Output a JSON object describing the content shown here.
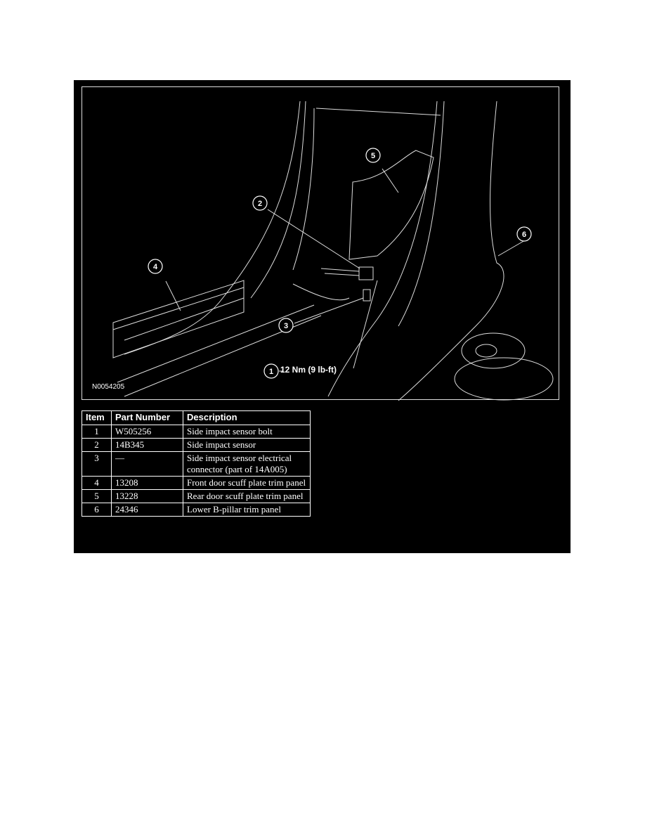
{
  "figure": {
    "id": "N0054205",
    "callouts": [
      "1",
      "2",
      "3",
      "4",
      "5",
      "6"
    ],
    "torque_label": "12 Nm (9 lb-ft)"
  },
  "table": {
    "headers": [
      "Item",
      "Part Number",
      "Description"
    ],
    "rows": [
      {
        "item": "1",
        "part": "W505256",
        "desc": "Side impact sensor bolt"
      },
      {
        "item": "2",
        "part": "14B345",
        "desc": "Side impact sensor"
      },
      {
        "item": "3",
        "part": "—",
        "desc": "Side impact sensor electrical connector (part of 14A005)"
      },
      {
        "item": "4",
        "part": "13208",
        "desc": "Front door scuff plate trim panel"
      },
      {
        "item": "5",
        "part": "13228",
        "desc": "Rear door scuff plate trim panel"
      },
      {
        "item": "6",
        "part": "24346",
        "desc": "Lower B-pillar trim panel"
      }
    ]
  }
}
